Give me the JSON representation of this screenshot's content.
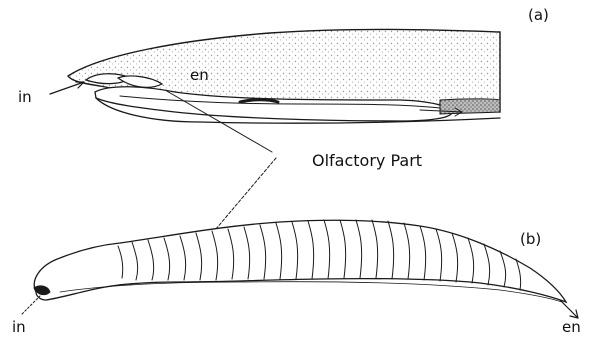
{
  "panels": {
    "a": {
      "label": "(a)"
    },
    "b": {
      "label": "(b)"
    }
  },
  "labels": {
    "in_top": "in",
    "en_top": "en",
    "olfactory": "Olfactory Part",
    "in_bottom": "in",
    "en_bottom": "en"
  },
  "colors": {
    "ink": "#1a1a1a",
    "stipple": "#c9c9c9",
    "background": "#ffffff"
  }
}
